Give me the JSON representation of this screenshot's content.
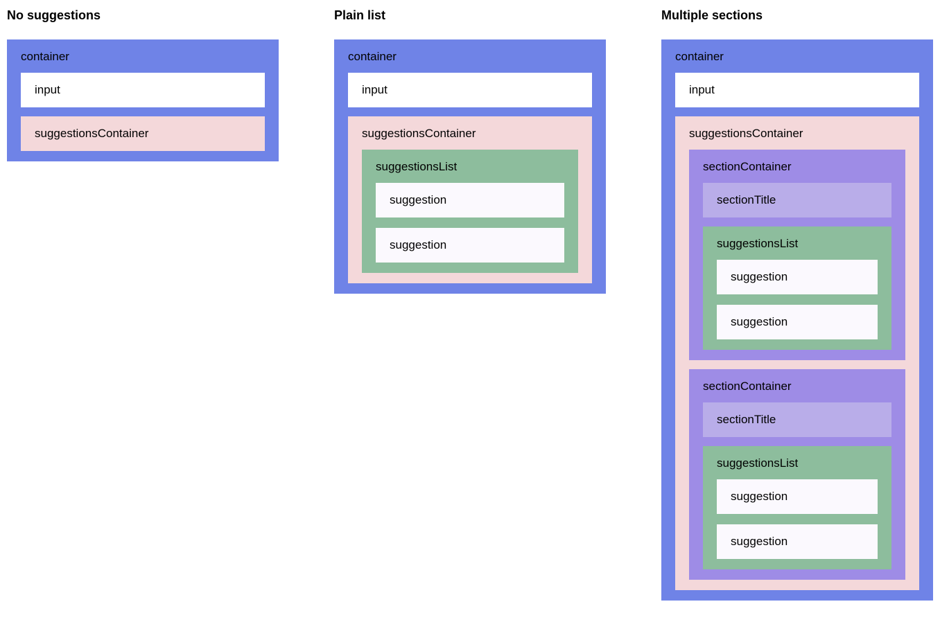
{
  "columns": [
    {
      "heading": "No suggestions"
    },
    {
      "heading": "Plain list"
    },
    {
      "heading": "Multiple sections"
    }
  ],
  "labels": {
    "container": "container",
    "input": "input",
    "suggestions_container": "suggestionsContainer",
    "suggestions_list": "suggestionsList",
    "suggestion": "suggestion",
    "section_container": "sectionContainer",
    "section_title": "sectionTitle"
  },
  "colors": {
    "container": "#6f83e7",
    "input": "#ffffff",
    "suggestions_container": "#f4d8da",
    "suggestions_list": "#8dbd9d",
    "suggestion": "#fbf9fe",
    "section_container": "#9e8ce6",
    "section_title": "#b9ade9",
    "text": "#000000",
    "page_background": "#ffffff"
  }
}
